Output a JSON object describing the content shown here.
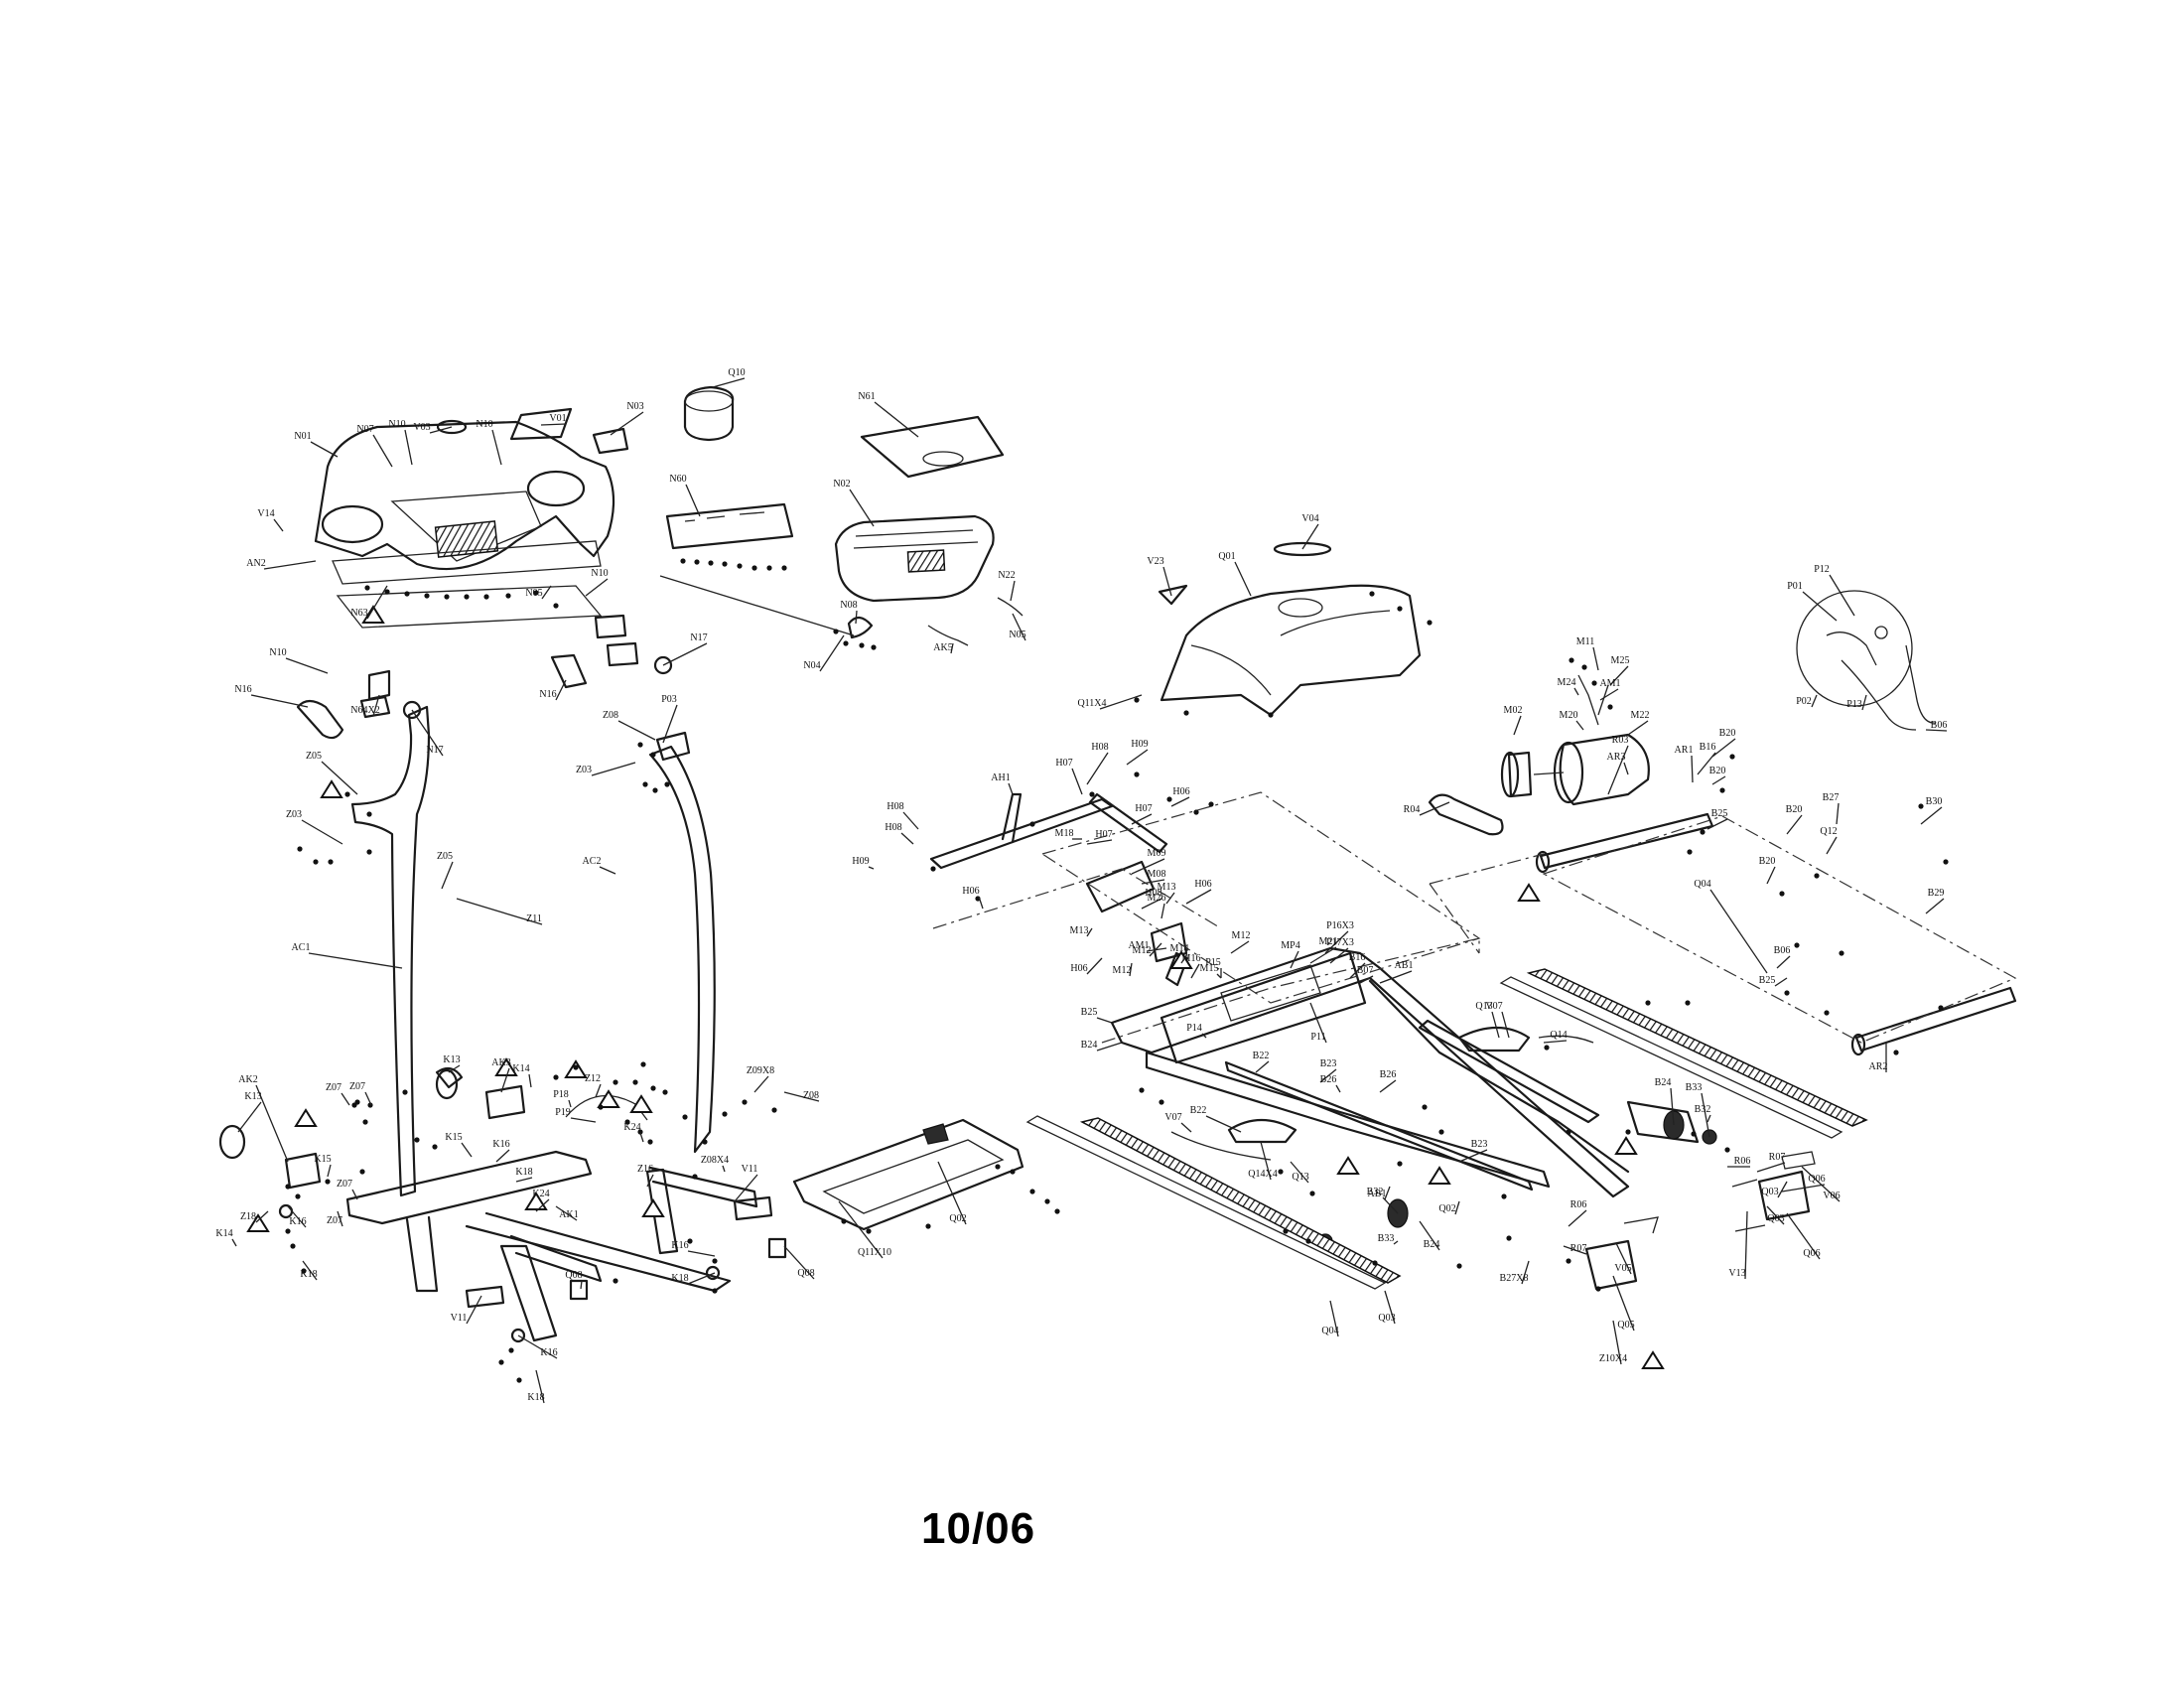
{
  "date_code": "10/06",
  "labels": [
    "V03",
    "V01",
    "N03",
    "Q10",
    "N61",
    "N01",
    "N07",
    "N10",
    "N10",
    "V14",
    "AN2",
    "N63",
    "N05",
    "N10",
    "N60",
    "N02",
    "N08",
    "N22",
    "AK5",
    "N05",
    "N04",
    "N16",
    "N17",
    "N16",
    "N64X2",
    "N17",
    "N10",
    "V04",
    "V23",
    "Q01",
    "Q11X4",
    "Z08",
    "P03",
    "Z03",
    "Z05",
    "Z03",
    "AC2",
    "AC1",
    "Z11",
    "Z05",
    "H08",
    "H09",
    "AH1",
    "H07",
    "H08",
    "H06",
    "H07",
    "H08",
    "H09",
    "M18",
    "M09",
    "H07",
    "M08",
    "M13",
    "H06",
    "H08",
    "H06",
    "M13",
    "H06",
    "M12",
    "M26",
    "M12",
    "AM1",
    "M14",
    "M16",
    "M12",
    "M15",
    "MP4",
    "M21",
    "P16X3",
    "P17X3",
    "B16",
    "B07",
    "AB1",
    "P15",
    "P14",
    "P11",
    "B25",
    "B24",
    "B22",
    "B23",
    "B26",
    "B26",
    "B22",
    "Q13",
    "V07",
    "Q14",
    "Q14X4",
    "Q13",
    "V07",
    "B23",
    "M11",
    "M25",
    "M24",
    "AM1",
    "M20",
    "M22",
    "M02",
    "AR3",
    "R04",
    "B20",
    "R03",
    "AR1",
    "B16",
    "B20",
    "B25",
    "B27",
    "B20",
    "Q12",
    "B30",
    "B20",
    "B06",
    "B25",
    "B29",
    "AR2",
    "Q04",
    "P12",
    "P01",
    "P02",
    "P13",
    "B06",
    "Z07",
    "Z07",
    "Z07",
    "K13",
    "AK3",
    "K14",
    "Z12",
    "P18",
    "P19",
    "K15",
    "K16",
    "K18",
    "K13",
    "AK2",
    "K15",
    "K14",
    "Z18",
    "K16",
    "Z07",
    "K18",
    "K24",
    "K24",
    "Z16",
    "Z08",
    "Z09X8",
    "Z08X4",
    "V11",
    "Q02",
    "Q11X10",
    "K16",
    "K18",
    "Q08",
    "Q08",
    "V11",
    "K16",
    "K18",
    "AK1",
    "B24",
    "B33",
    "B32",
    "R06",
    "R07",
    "Q03",
    "V06",
    "Q06",
    "B32",
    "B33",
    "B24",
    "R06",
    "R07",
    "B27X8",
    "V05",
    "V13",
    "Q05",
    "Z10X4",
    "Q04",
    "Q03",
    "AB1",
    "Q02",
    "Q03",
    "Q06"
  ],
  "icons": [
    "warning-triangle-icon"
  ]
}
